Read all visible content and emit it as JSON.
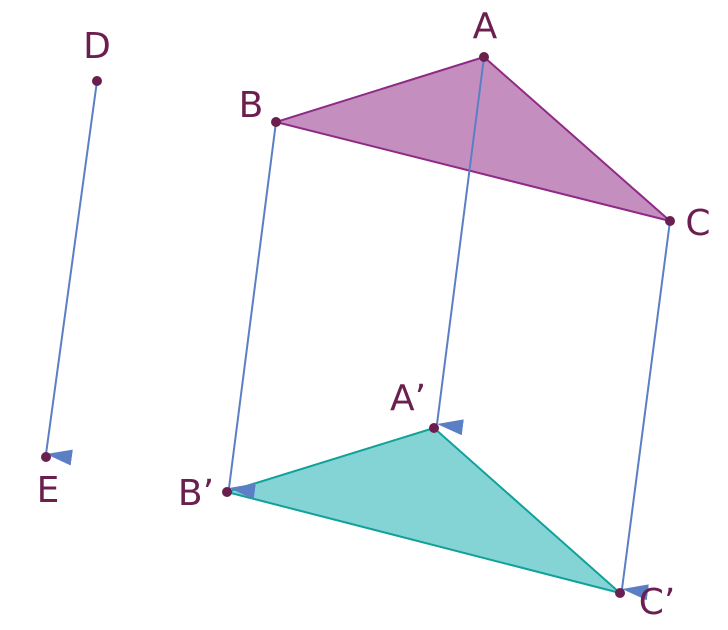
{
  "labels": {
    "D": "D",
    "E": "E",
    "A": "A",
    "B": "B",
    "C": "C",
    "A_prime": "A’",
    "B_prime": "B’",
    "C_prime": "C’"
  },
  "colors": {
    "point": "#6b1f4f",
    "label": "#6b1f4f",
    "vector": "#5b7fc4",
    "original_fill": "#c48fbf",
    "original_stroke": "#8f2a86",
    "image_fill": "#84d4d6",
    "image_stroke": "#12a19a"
  }
}
